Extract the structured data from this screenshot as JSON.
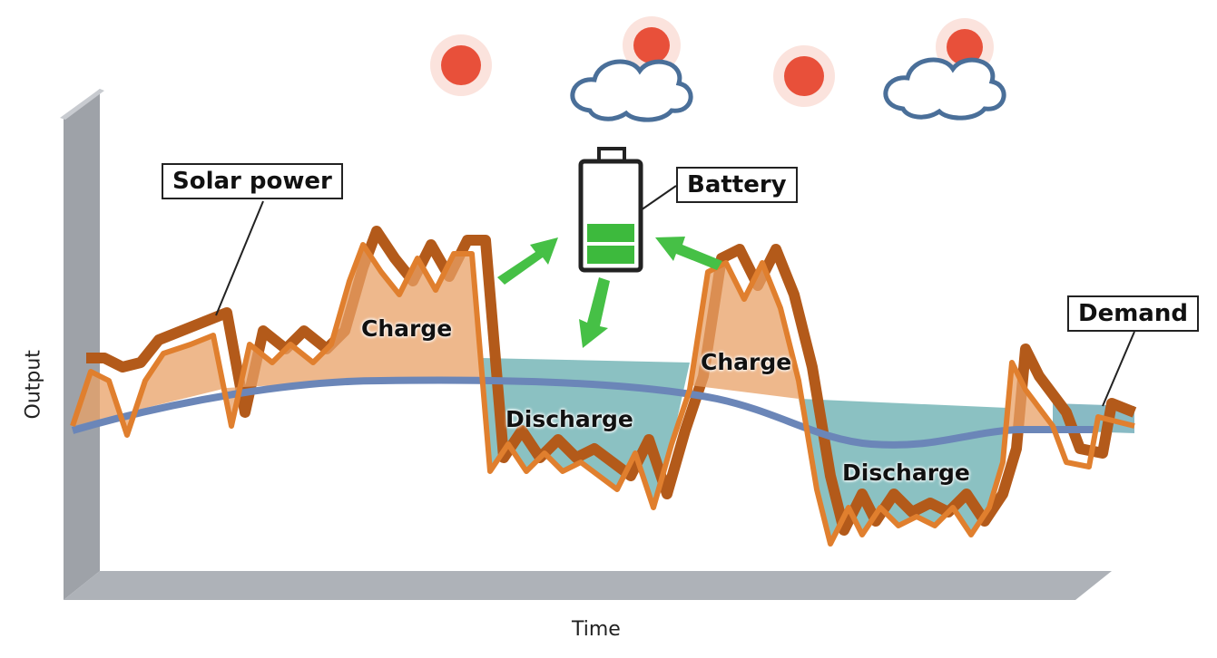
{
  "labels": {
    "solar_power": "Solar power",
    "battery": "Battery",
    "demand": "Demand"
  },
  "overlays": {
    "charge_1": "Charge",
    "charge_2": "Charge",
    "discharge_1": "Discharge",
    "discharge_2": "Discharge"
  },
  "axes": {
    "y": "Output",
    "x": "Time"
  },
  "colors": {
    "solar": "#e07f2e",
    "solar_dark": "#b35a1a",
    "demand": "#6b86b8",
    "battery_fill": "#3dba3d",
    "arrow": "#46c046",
    "sun": "#e8503a",
    "cloud": "#4a6f99"
  }
}
